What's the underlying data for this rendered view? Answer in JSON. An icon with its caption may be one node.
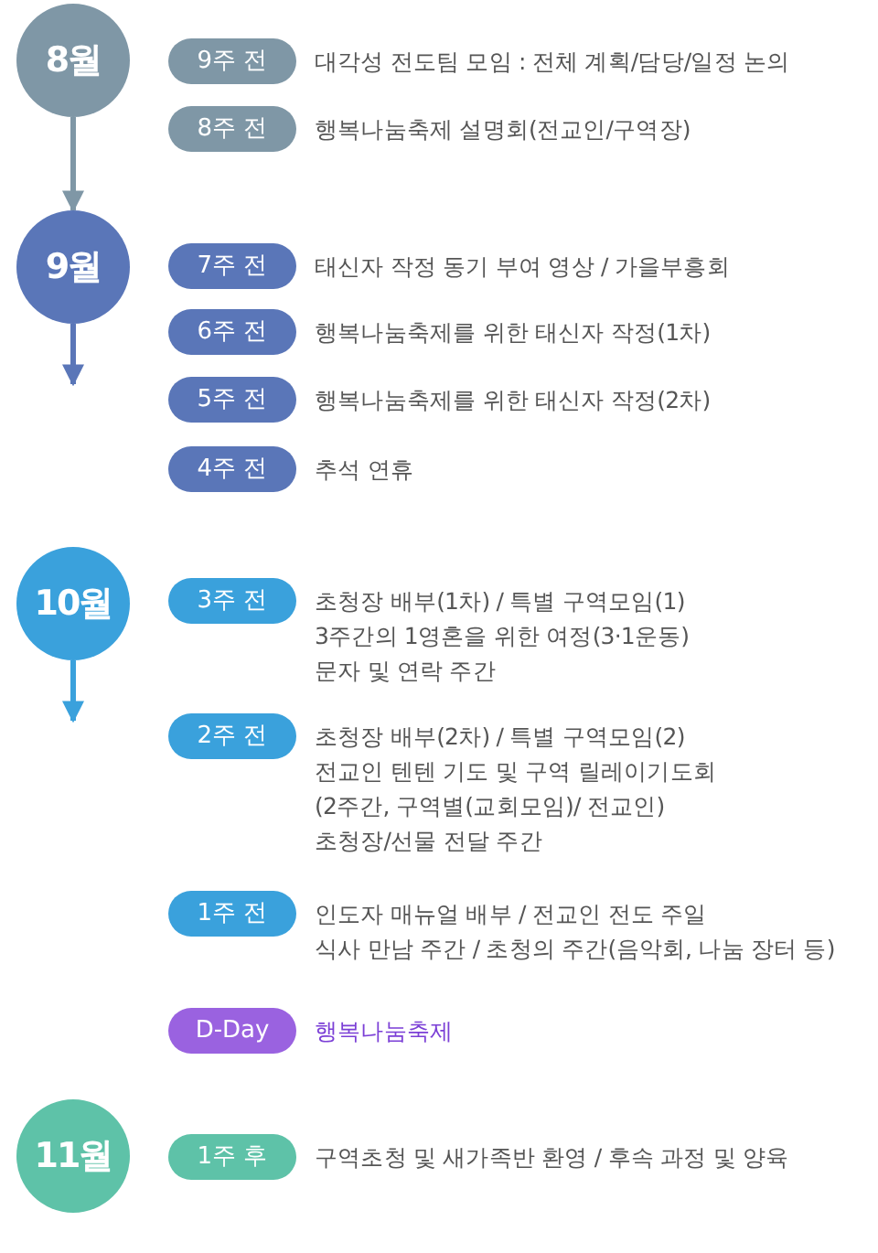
{
  "diagram": {
    "nodes": [
      {
        "text": [
          "8월"
        ]
      },
      {
        "text": [
          "9주 전"
        ],
        "beside": [
          "대각성 전도팀 모임 : 전체 계획/담당/일정 논의"
        ]
      },
      {
        "text": [
          "8주 전"
        ],
        "beside": [
          "행복나눔축제 설명회(전교인/구역장)"
        ]
      },
      {
        "text": [
          "9월"
        ]
      },
      {
        "text": [
          "7주 전"
        ],
        "beside": [
          "태신자 작정 동기 부여 영상 / 가을부흥회"
        ]
      },
      {
        "text": [
          "6주 전"
        ],
        "beside": [
          "행복나눔축제를 위한 태신자 작정(1차)"
        ]
      },
      {
        "text": [
          "5주 전"
        ],
        "beside": [
          "행복나눔축제를 위한 태신자 작정(2차)"
        ]
      },
      {
        "text": [
          "4주 전"
        ],
        "beside": [
          "추석 연휴"
        ]
      },
      {
        "text": [
          "10월"
        ]
      },
      {
        "text": [
          "3주 전"
        ],
        "beside": [
          "초청장 배부(1차) / 특별 구역모임(1)",
          "3주간의 1영혼을 위한 여정(3·1운동)",
          "문자 및 연락 주간"
        ]
      },
      {
        "text": [
          "2주 전"
        ],
        "beside": [
          "초청장 배부(2차) / 특별 구역모임(2)",
          "전교인 텐텐 기도 및 구역 릴레이기도회",
          "(2주간, 구역별(교회모임)/ 전교인)",
          "초청장/선물 전달 주간"
        ]
      },
      {
        "text": [
          "1주 전"
        ],
        "beside": [
          "인도자 매뉴얼 배부 / 전교인 전도 주일",
          "식사 만남 주간 / 초청의 주간(음악회, 나눔 장터 등)"
        ]
      },
      {
        "text": [
          "D-Day"
        ],
        "beside": [
          "행복나눔축제"
        ]
      },
      {
        "text": [
          "11월"
        ]
      },
      {
        "text": [
          "1주 후"
        ],
        "beside": [
          "구역초청 및 새가족반 환영 / 후속 과정 및 양육"
        ]
      }
    ],
    "edges": [
      {
        "from": 0,
        "to": 3,
        "arrow": "to",
        "color": "#7f97a6"
      },
      {
        "from": 3,
        "to": null,
        "arrow": "to",
        "color": "#5a76b8"
      },
      {
        "from": 8,
        "to": null,
        "arrow": "to",
        "color": "#3aa1dc"
      }
    ]
  }
}
